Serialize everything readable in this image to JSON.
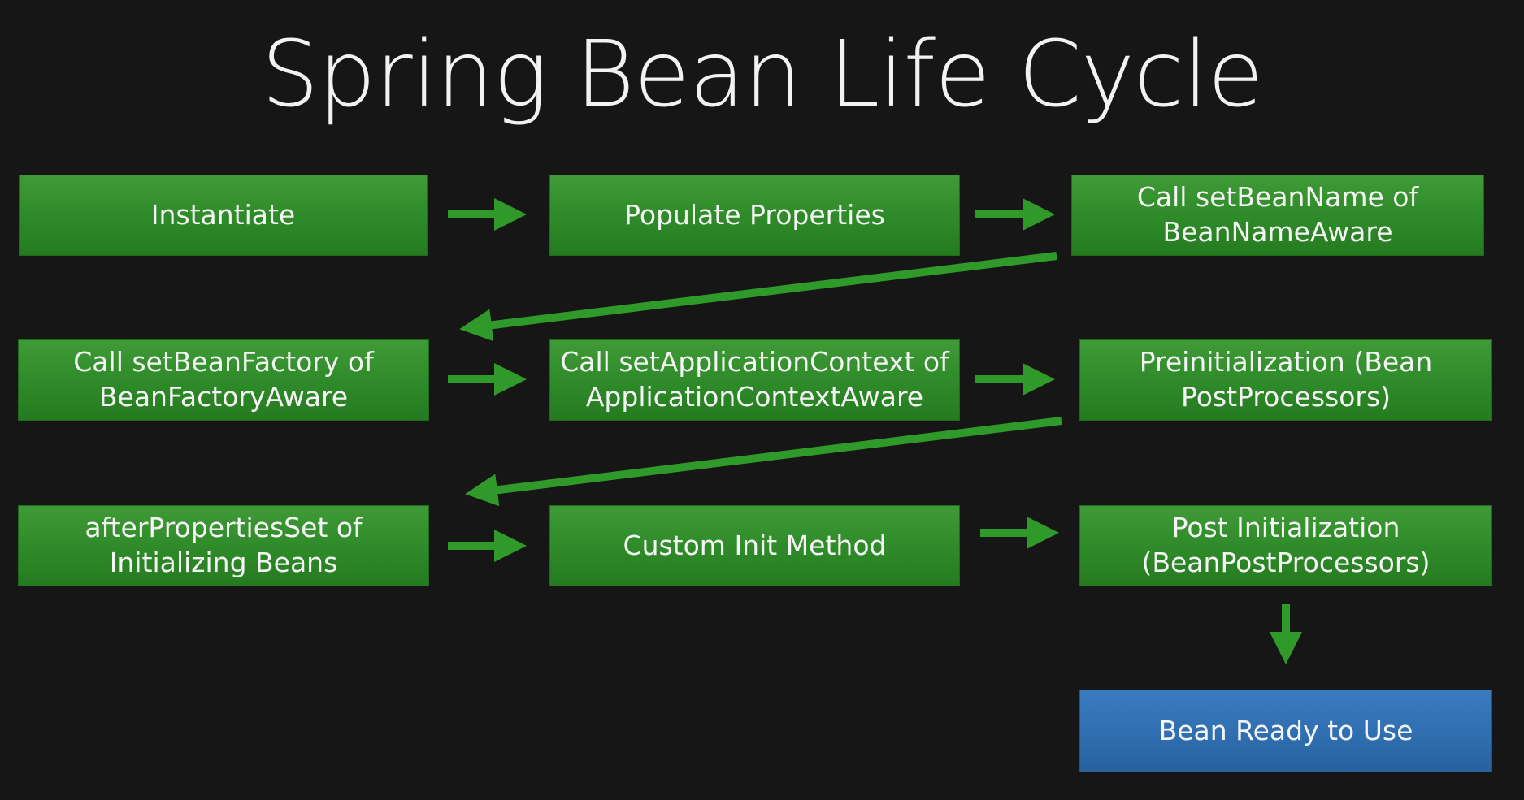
{
  "title": "Spring Bean Life Cycle",
  "colors": {
    "background": "#161616",
    "step_fill": "#2e8a28",
    "final_fill": "#2f6eb0",
    "arrow": "#2f9a2a",
    "text": "#f2f2f2"
  },
  "steps": [
    {
      "label": "Instantiate"
    },
    {
      "label": "Populate Properties"
    },
    {
      "label": "Call setBeanName of BeanNameAware"
    },
    {
      "label": "Call setBeanFactory of BeanFactoryAware"
    },
    {
      "label": "Call setApplicationContext of ApplicationContextAware"
    },
    {
      "label": "Preinitialization (Bean PostProcessors)"
    },
    {
      "label": "afterPropertiesSet of Initializing Beans"
    },
    {
      "label": "Custom Init Method"
    },
    {
      "label": "Post Initialization (BeanPostProcessors)"
    },
    {
      "label": "Bean Ready to Use"
    }
  ],
  "flow": [
    {
      "from": 0,
      "to": 1
    },
    {
      "from": 1,
      "to": 2
    },
    {
      "from": 2,
      "to": 3
    },
    {
      "from": 3,
      "to": 4
    },
    {
      "from": 4,
      "to": 5
    },
    {
      "from": 5,
      "to": 6
    },
    {
      "from": 6,
      "to": 7
    },
    {
      "from": 7,
      "to": 8
    },
    {
      "from": 8,
      "to": 9
    }
  ]
}
